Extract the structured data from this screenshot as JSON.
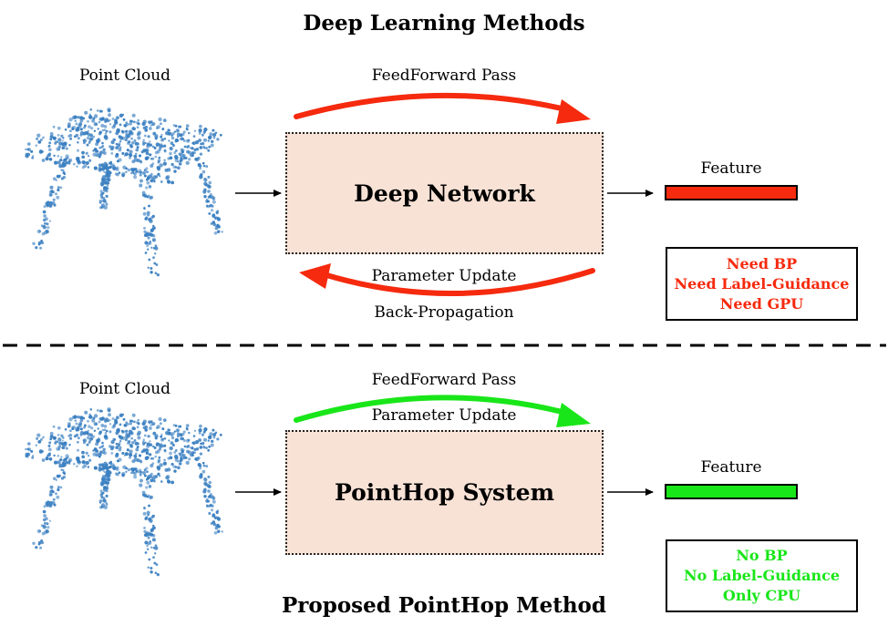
{
  "top": {
    "title": "Deep Learning Methods",
    "point_cloud_label": "Point Cloud",
    "forward_label": "FeedForward Pass",
    "box_label": "Deep Network",
    "update_label": "Parameter Update",
    "backprop_label": "Back-Propagation",
    "feature_label": "Feature",
    "feature_color": "#f52a0e",
    "arc_color": "#f52a0e",
    "requirements": [
      "Need BP",
      "Need Label-Guidance",
      "Need GPU"
    ],
    "requirements_color": "#f52a0e"
  },
  "bottom": {
    "title": "Proposed PointHop Method",
    "point_cloud_label": "Point Cloud",
    "forward_label": "FeedForward Pass",
    "update_label": "Parameter Update",
    "box_label": "PointHop System",
    "feature_label": "Feature",
    "feature_color": "#19e619",
    "arc_color": "#19e619",
    "requirements": [
      "No BP",
      "No Label-Guidance",
      "Only CPU"
    ],
    "requirements_color": "#19e619"
  },
  "colors": {
    "box_fill": "#f8e2d6",
    "point_color": "#3a7fc1"
  }
}
